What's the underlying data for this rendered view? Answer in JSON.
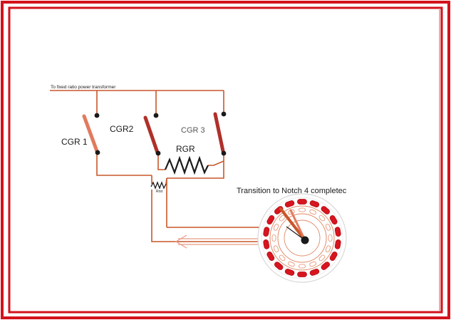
{
  "diagram": {
    "supply_label": "To fixed ratio power transformer",
    "switch_labels": {
      "cgr1": "CGR 1",
      "cgr2": "CGR2",
      "cgr3": "CGR 3",
      "rgr": "RGR"
    },
    "resistor_small_label": "Rrst",
    "status_text": "Transition to Notch 4 completec"
  },
  "colors": {
    "frame": "#d2121b",
    "wire": "#c8562a",
    "wire_pale": "#e89a82",
    "blade_dark": "#b0302a",
    "blade_light": "#e07b5e",
    "contact": "#1a1a1a",
    "pad_red": "#d8141e",
    "pad_outline": "#e08a68",
    "hub": "#1a1a1a"
  }
}
